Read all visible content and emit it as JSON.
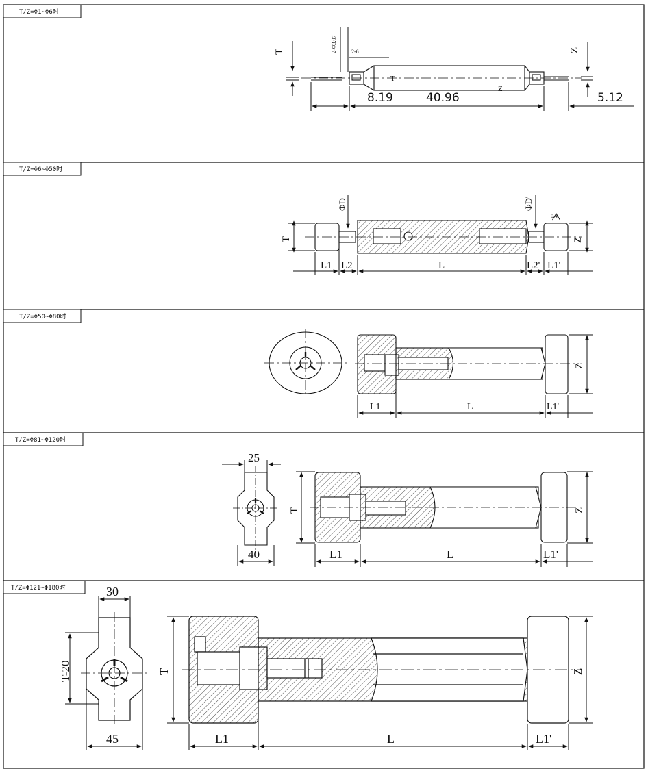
{
  "panels": [
    {
      "tag": "T/Z=Φ1~Φ6时",
      "labels": {
        "t": "T",
        "z": "Z",
        "hole_dim": "2-Φ3.07",
        "chamfer": "2-6",
        "body_t": "T",
        "body_z": "Z",
        "dim_a": "8.19",
        "dim_b": "40.96",
        "dim_c": "5.12"
      }
    },
    {
      "tag": "T/Z=Φ6~Φ50时",
      "labels": {
        "t": "T",
        "z": "Z",
        "phi_d": "ΦD",
        "phi_d2": "ΦD'",
        "rough": "0.4",
        "l1": "L1",
        "l2": "L2",
        "l": "L",
        "l2b": "L2'",
        "l1b": "L1'"
      }
    },
    {
      "tag": "T/Z=Φ50~Φ80时",
      "labels": {
        "z": "Z",
        "l1": "L1",
        "l": "L",
        "l1b": "L1'"
      }
    },
    {
      "tag": "T/Z=Φ81~Φ120时",
      "labels": {
        "t": "T",
        "z": "Z",
        "w_top": "25",
        "w_bot": "40",
        "l1": "L1",
        "l": "L",
        "l1b": "L1'"
      }
    },
    {
      "tag": "T/Z=Φ121~Φ180时",
      "labels": {
        "t": "T",
        "z": "Z",
        "w_top": "30",
        "w_bot": "45",
        "t20": "T-20",
        "l1": "L1",
        "l": "L",
        "l1b": "L1'"
      }
    }
  ]
}
